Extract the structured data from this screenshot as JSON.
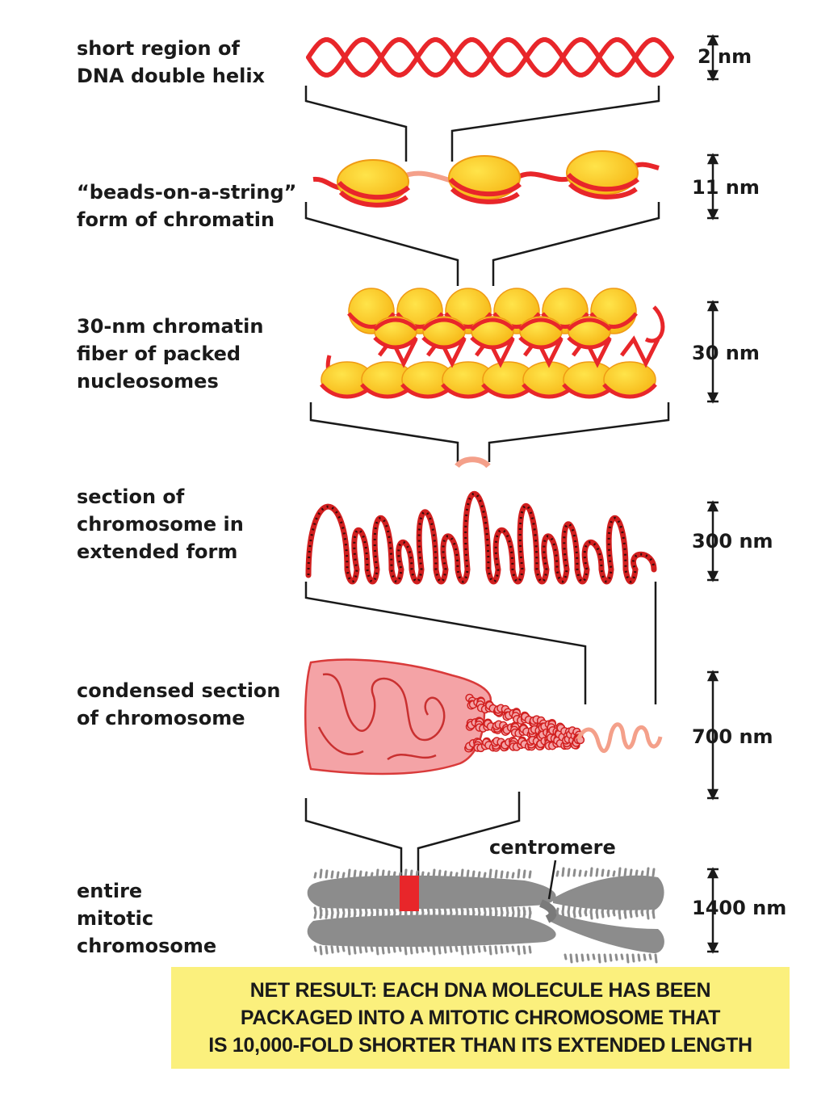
{
  "levels": [
    {
      "label_lines": [
        "short region of",
        "DNA double helix"
      ],
      "scale": "2 nm"
    },
    {
      "label_lines": [
        "“beads-on-a-string”",
        "form of chromatin"
      ],
      "scale": "11 nm"
    },
    {
      "label_lines": [
        "30-nm chromatin",
        "fiber of packed",
        "nucleosomes"
      ],
      "scale": "30 nm"
    },
    {
      "label_lines": [
        "section of",
        "chromosome in",
        "extended form"
      ],
      "scale": "300 nm"
    },
    {
      "label_lines": [
        "condensed section",
        "of chromosome"
      ],
      "scale": "700 nm"
    },
    {
      "label_lines": [
        "entire",
        "mitotic",
        "chromosome"
      ],
      "scale": "1400 nm"
    }
  ],
  "callouts": {
    "centromere": "centromere"
  },
  "summary": {
    "lines": [
      "NET RESULT: EACH DNA MOLECULE HAS BEEN",
      "PACKAGED INTO A MITOTIC CHROMOSOME THAT",
      "IS 10,000-FOLD SHORTER THAN ITS EXTENDED LENGTH"
    ]
  },
  "colors": {
    "dna_red": "#e8262a",
    "nucleosome_yellow": "#fbd11a",
    "linker_pink": "#f4a08a",
    "condensed_pink": "#f4a3a6",
    "chromosome_gray": "#8c8c8c",
    "summary_bg": "#fbf07d"
  }
}
